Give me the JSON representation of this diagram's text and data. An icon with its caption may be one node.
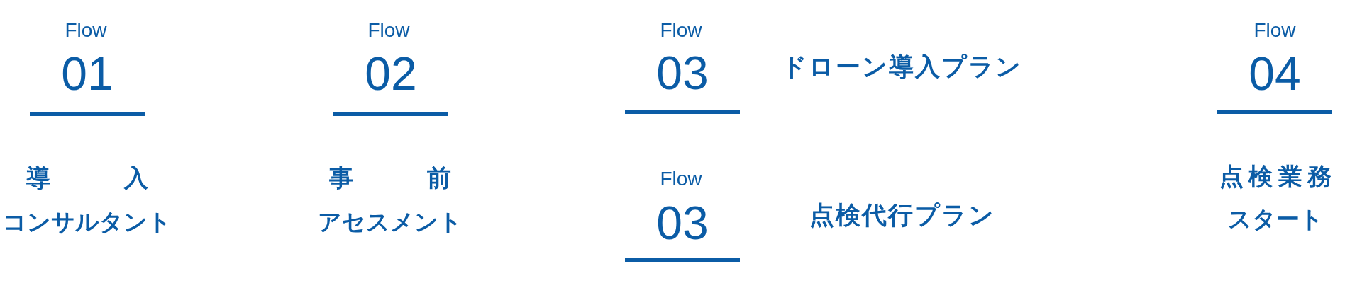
{
  "diagram": {
    "labels": [
      "Flow",
      "01",
      "導入",
      "コンサルタント",
      "Flow",
      "02",
      "事前",
      "アセスメント",
      "Flow",
      "03",
      "ドローン導入プラン",
      "Flow",
      "03",
      "点検代行プラン",
      "Flow",
      "04",
      "点検業務",
      "スタート"
    ]
  }
}
